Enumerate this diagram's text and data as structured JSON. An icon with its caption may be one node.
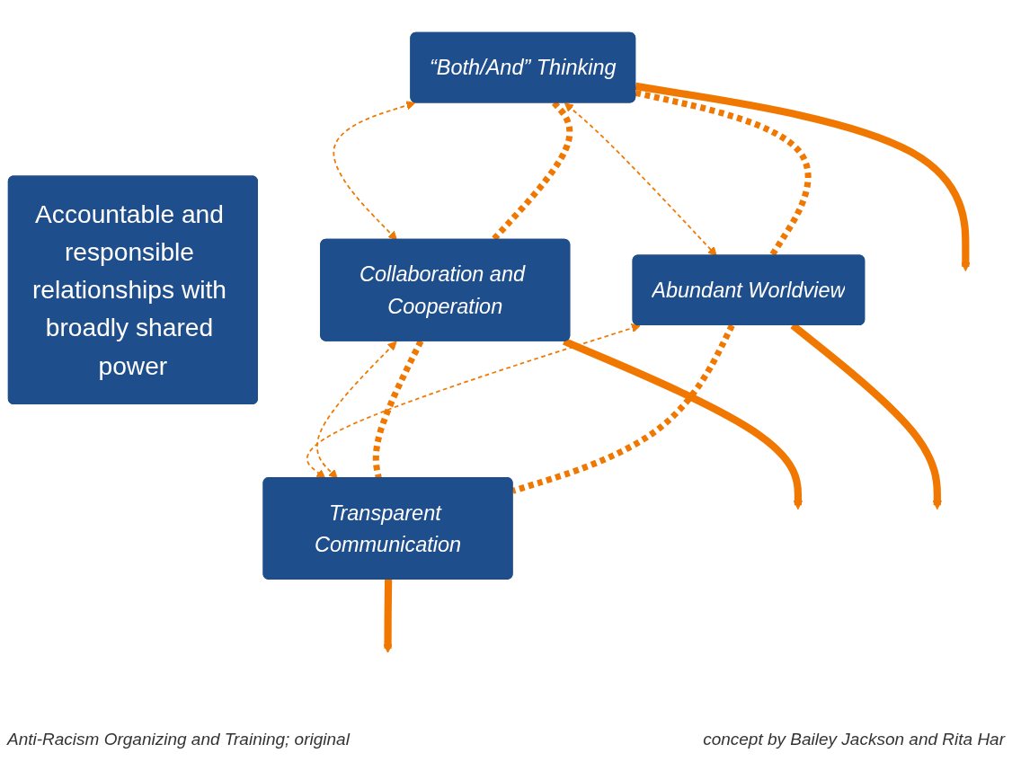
{
  "diagram": {
    "nodes": [
      {
        "text": [
          "“Both/And” Thinking"
        ]
      },
      {
        "text": [
          "Collaboration and Cooperation"
        ]
      },
      {
        "text": [
          "Accountable and responsible relationships with broadly shared power"
        ]
      },
      {
        "text": [
          "Abundant Worldview"
        ]
      },
      {
        "text": [
          "Transparent Communication"
        ]
      }
    ],
    "edges": [
      {
        "from": 0,
        "to": 3,
        "arrow": "none",
        "style": "dashed"
      },
      {
        "from": 3,
        "to": 4,
        "arrow": "none",
        "style": "dashed"
      },
      {
        "from": 1,
        "to": 4,
        "arrow": "none",
        "style": "dashed"
      },
      {
        "from": 0,
        "to": 1,
        "arrow": "none",
        "style": "dashed"
      },
      {
        "from": 0,
        "to": 1,
        "arrow": "both",
        "style": "dashed"
      },
      {
        "from": 0,
        "to": 3,
        "arrow": "both",
        "style": "dashed"
      },
      {
        "from": 1,
        "to": 4,
        "arrow": "both",
        "style": "dashed"
      },
      {
        "from": 3,
        "to": 4,
        "arrow": "both",
        "style": "dashed"
      },
      {
        "from": 0,
        "to": null,
        "arrow": "to"
      },
      {
        "from": 1,
        "to": null,
        "arrow": "to"
      },
      {
        "from": 3,
        "to": null,
        "arrow": "to"
      },
      {
        "from": 4,
        "to": null,
        "arrow": "to"
      }
    ],
    "labels": [
      "Anti-Racism Organizing and Training; original",
      "concept by Bailey Jackson and Rita Har"
    ]
  }
}
